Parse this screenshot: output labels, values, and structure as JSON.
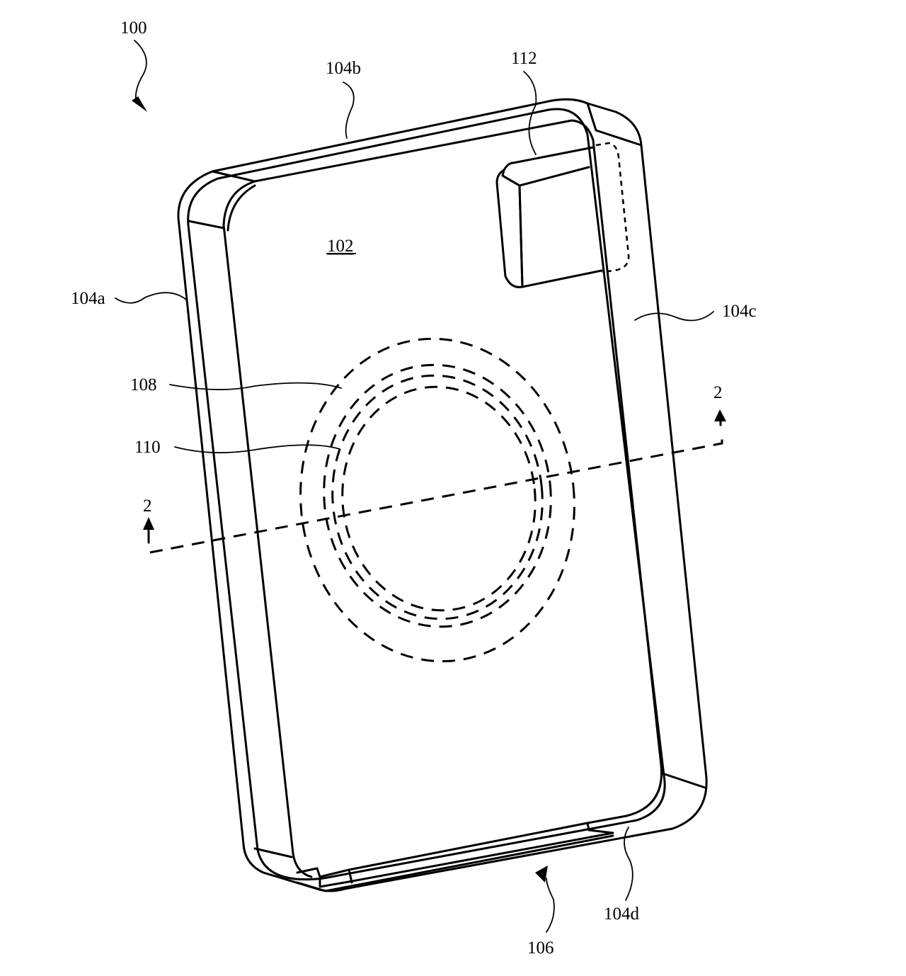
{
  "figure": {
    "type": "patent line drawing",
    "subject": "protective case for portable electronic device (rear perspective)",
    "background": "#ffffff",
    "ink": "#000000"
  },
  "labels": {
    "assembly": "100",
    "back_panel": "102",
    "sidewall_left": "104a",
    "sidewall_top": "104b",
    "sidewall_right": "104c",
    "sidewall_bottom": "104d",
    "bottom_opening": "106",
    "outer_magnet_ring": "108",
    "inner_magnet_ring": "110",
    "camera_aperture": "112",
    "section_mark_left": "2",
    "section_mark_right": "2"
  }
}
